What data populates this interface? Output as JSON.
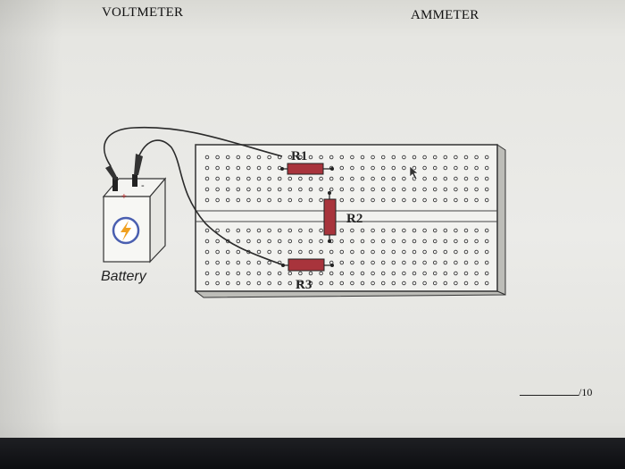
{
  "header": {
    "voltmeter_label": "VOLTMETER",
    "ammeter_label": "AMMETER"
  },
  "battery": {
    "label": "Battery",
    "positive": "+",
    "negative": "-"
  },
  "resistors": {
    "r1": "R1",
    "r2": "R2",
    "r3": "R3"
  },
  "score": {
    "suffix": "/10"
  },
  "colors": {
    "resistor": "#a8343c",
    "wire": "#2a2a2a",
    "bolt": "#f0a020",
    "bolt_circle": "#4a5fb0"
  }
}
